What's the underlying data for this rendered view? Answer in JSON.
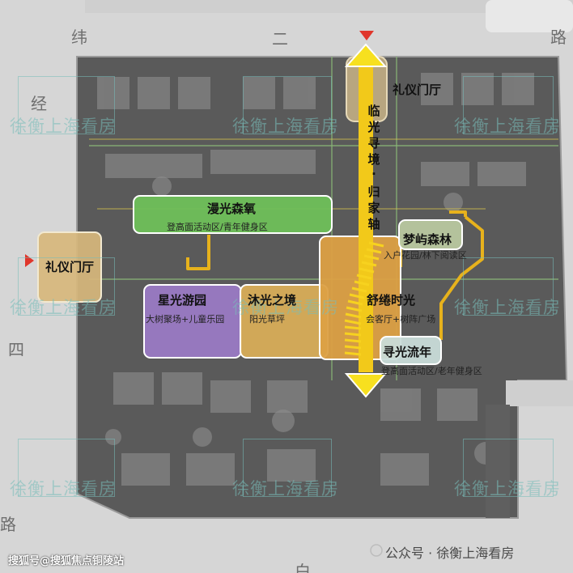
{
  "roads": [
    "纬",
    "二",
    "路",
    "经",
    "四",
    "路",
    "白"
  ],
  "watermark": {
    "text": "徐衡上海看房"
  },
  "zones": {
    "north_lobby": {
      "title": "礼仪门厅"
    },
    "west_lobby": {
      "title": "礼仪门厅"
    },
    "forest_oxygen": {
      "title": "漫光森氧",
      "subtitle": "登高面活动区/青年健身区"
    },
    "starlight_garden": {
      "title": "星光游园",
      "subtitle": "大树聚场+儿童乐园"
    },
    "sunbath_realm": {
      "title": "沐光之境",
      "subtitle": "阳光草坪"
    },
    "leisure_time": {
      "title": "舒绻时光",
      "subtitle": "会客厅+树阵广场"
    },
    "dream_island_forest": {
      "title": "梦屿森林",
      "subtitle": "入户花园/林下阅读区"
    },
    "light_stream": {
      "title": "寻光流年",
      "subtitle": "登高面活动区/老年健身区"
    }
  },
  "axis": {
    "chars": [
      "临",
      "光",
      "寻",
      "境",
      "·",
      "归",
      "家",
      "轴"
    ]
  },
  "footer": {
    "source": "搜狐号@搜狐焦点铜陵站",
    "account": "公众号 · 徐衡上海看房"
  },
  "colors": {
    "axis": "#f2c91a",
    "entrance_marker": "#e0362b",
    "forest_oxygen": "#6fc05a",
    "starlight_garden": "#9a7ac4",
    "sunbath_realm": "#d8ad58",
    "leisure_time": "#dca044",
    "lobby": "#d7b77c"
  }
}
